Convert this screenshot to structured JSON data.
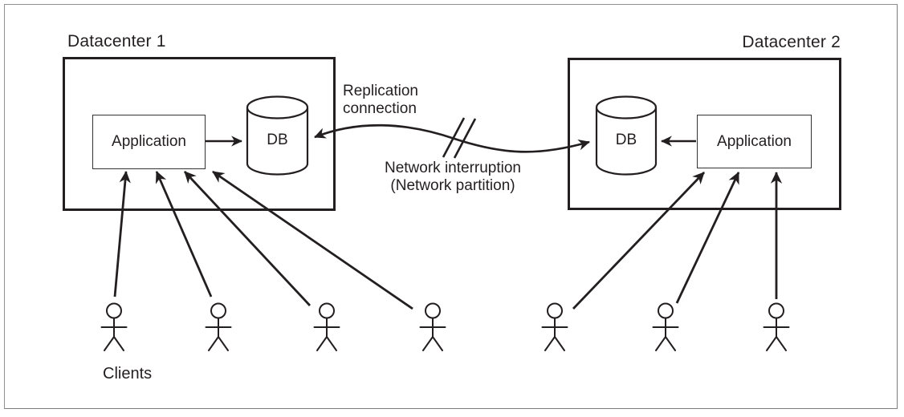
{
  "diagram_type": "datacenter-replication-architecture",
  "datacenter1": {
    "title": "Datacenter 1",
    "application_label": "Application",
    "db_label": "DB"
  },
  "datacenter2": {
    "title": "Datacenter 2",
    "application_label": "Application",
    "db_label": "DB"
  },
  "labels": {
    "replication_line1": "Replication",
    "replication_line2": "connection",
    "interruption_line1": "Network interruption",
    "interruption_line2": "(Network partition)",
    "clients": "Clients"
  },
  "clients": {
    "left_group_count": 4,
    "right_group_count": 3,
    "total": 7
  },
  "icons": {
    "db_cylinder": "database-cylinder-icon",
    "client_figure": "person-stick-figure-icon",
    "break_mark": "double-slash-interruption-icon"
  },
  "colors": {
    "ink": "#231f20",
    "frame": "#919191",
    "background": "#ffffff"
  }
}
